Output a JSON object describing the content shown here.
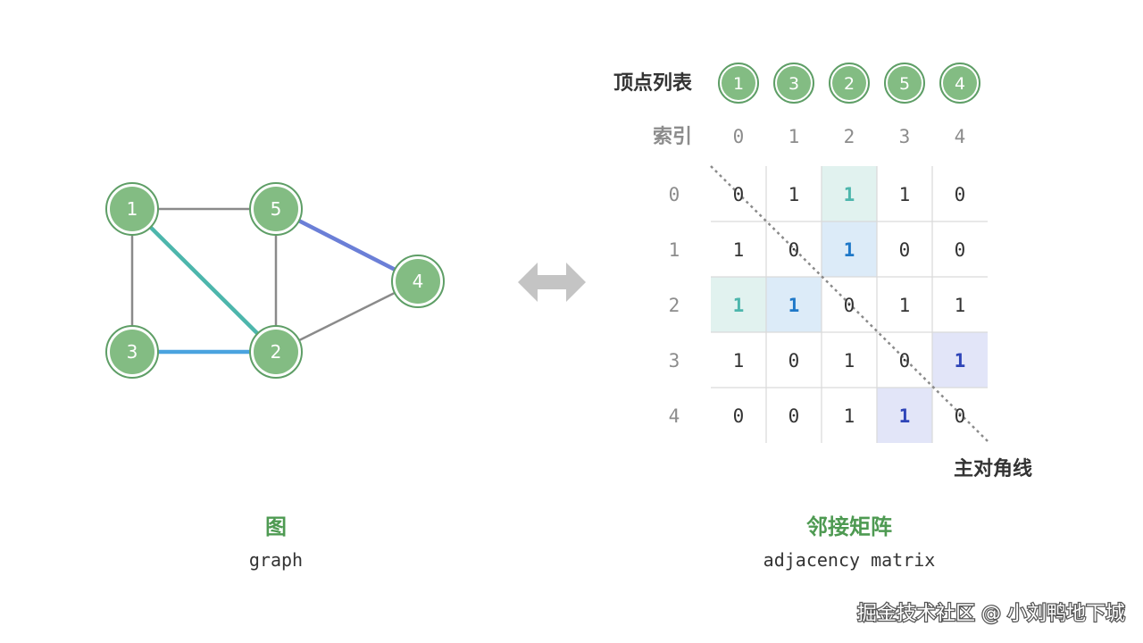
{
  "graph": {
    "nodes": [
      {
        "id": "1",
        "label": "1"
      },
      {
        "id": "5",
        "label": "5"
      },
      {
        "id": "4",
        "label": "4"
      },
      {
        "id": "3",
        "label": "3"
      },
      {
        "id": "2",
        "label": "2"
      }
    ],
    "edges": [
      {
        "from": "1",
        "to": "5",
        "color": "#8a8a8a"
      },
      {
        "from": "1",
        "to": "3",
        "color": "#8a8a8a"
      },
      {
        "from": "1",
        "to": "2",
        "color": "#4db6ac"
      },
      {
        "from": "5",
        "to": "2",
        "color": "#8a8a8a"
      },
      {
        "from": "5",
        "to": "4",
        "color": "#6b7fd7"
      },
      {
        "from": "3",
        "to": "2",
        "color": "#4aa3df"
      },
      {
        "from": "2",
        "to": "4",
        "color": "#8a8a8a"
      }
    ],
    "caption_cn": "图",
    "caption_en": "graph"
  },
  "matrix": {
    "vertex_list_label": "顶点列表",
    "index_label": "索引",
    "vertices": [
      "1",
      "3",
      "2",
      "5",
      "4"
    ],
    "indices": [
      "0",
      "1",
      "2",
      "3",
      "4"
    ],
    "rows": [
      [
        "0",
        "1",
        "1",
        "1",
        "0"
      ],
      [
        "1",
        "0",
        "1",
        "0",
        "0"
      ],
      [
        "1",
        "1",
        "0",
        "1",
        "1"
      ],
      [
        "1",
        "0",
        "1",
        "0",
        "1"
      ],
      [
        "0",
        "0",
        "1",
        "1",
        "0"
      ]
    ],
    "highlights": [
      {
        "row": 0,
        "col": 2,
        "fill": "#e1f2ef",
        "text": "#4db6ac"
      },
      {
        "row": 2,
        "col": 0,
        "fill": "#e1f2ef",
        "text": "#4db6ac"
      },
      {
        "row": 1,
        "col": 2,
        "fill": "#dcebf8",
        "text": "#1f78c8"
      },
      {
        "row": 2,
        "col": 1,
        "fill": "#dcebf8",
        "text": "#1f78c8"
      },
      {
        "row": 3,
        "col": 4,
        "fill": "#e2e5f8",
        "text": "#2f45b8"
      },
      {
        "row": 4,
        "col": 3,
        "fill": "#e2e5f8",
        "text": "#2f45b8"
      }
    ],
    "diagonal_label": "主对角线",
    "caption_cn": "邻接矩阵",
    "caption_en": "adjacency matrix"
  },
  "watermark": "掘金技术社区 @ 小刘鸭地下城",
  "colors": {
    "node_fill": "#83bc83",
    "node_ring": "#5e9e66",
    "caption_green": "#4e9a52",
    "grid_line": "#d9d9d9",
    "arrow": "#c4c4c4",
    "dark_text": "#333333",
    "grey_text": "#8c8c8c"
  },
  "icons": {
    "arrow": "double-headed-arrow-icon"
  }
}
